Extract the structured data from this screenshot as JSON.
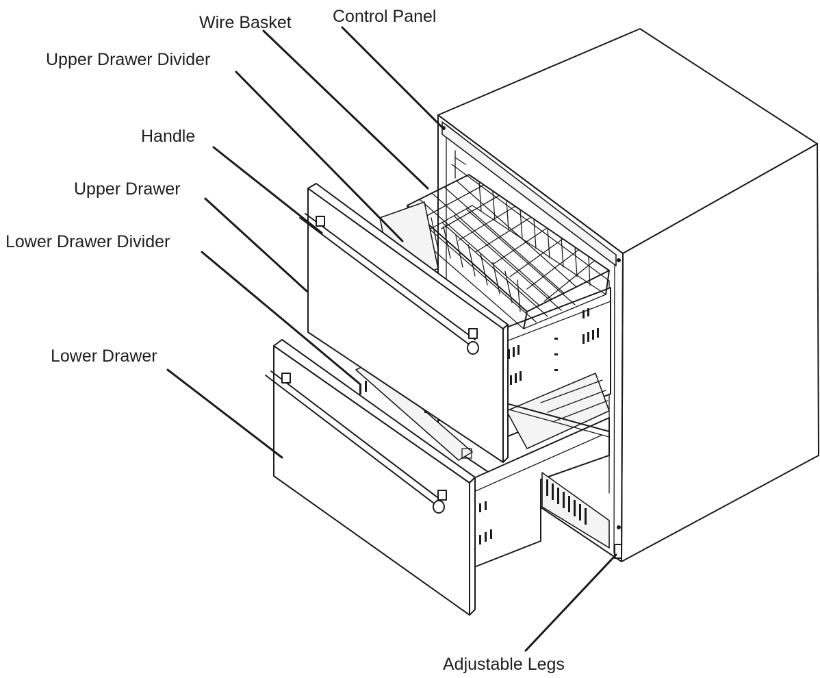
{
  "diagram": {
    "callouts": [
      {
        "id": "wire-basket",
        "label": "Wire Basket"
      },
      {
        "id": "control-panel",
        "label": "Control Panel"
      },
      {
        "id": "upper-drawer-divider",
        "label": "Upper Drawer Divider"
      },
      {
        "id": "handle",
        "label": "Handle"
      },
      {
        "id": "upper-drawer",
        "label": "Upper Drawer"
      },
      {
        "id": "lower-drawer-divider",
        "label": "Lower Drawer Divider"
      },
      {
        "id": "lower-drawer",
        "label": "Lower Drawer"
      },
      {
        "id": "adjustable-legs",
        "label": "Adjustable Legs"
      }
    ]
  }
}
